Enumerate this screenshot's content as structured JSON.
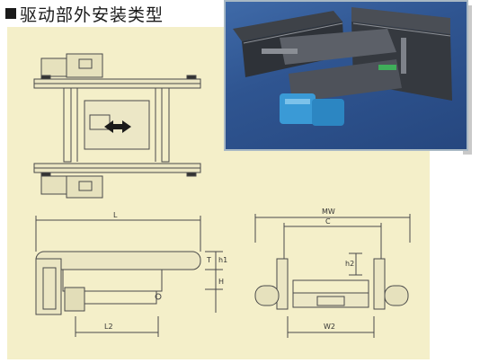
{
  "title": "驱动部外安装类型",
  "dimensions": {
    "L": "L",
    "L2": "L2",
    "T": "T",
    "h1": "h1",
    "H": "H",
    "MW": "MW",
    "C": "C",
    "h2": "h2",
    "W2": "W2"
  },
  "colors": {
    "sheet": "#f4efc9",
    "line": "#4a4a4a",
    "photo_bg": "#2f5591",
    "motor_blue": "#3a9ad6"
  },
  "icons": {
    "move_arrow": "double-arrow-icon",
    "title_marker": "black-square-icon"
  }
}
